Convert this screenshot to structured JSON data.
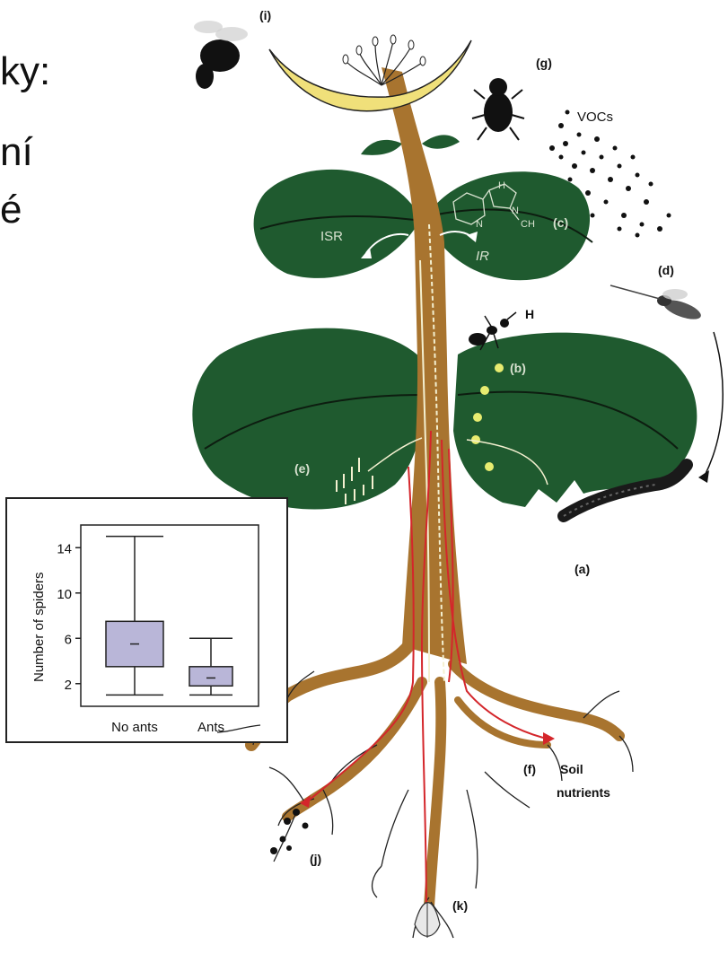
{
  "slide_text": {
    "line1": "ky:",
    "line2": "ní",
    "line3": "é"
  },
  "labels": {
    "a": "(a)",
    "b": "(b)",
    "c": "(c)",
    "d": "(d)",
    "e": "(e)",
    "f": "(f)",
    "g": "(g)",
    "h": "H",
    "i": "(i)",
    "j": "(j)",
    "k": "(k)",
    "vocs": "VOCs",
    "isr": "ISR",
    "ir": "IR",
    "soil1": "Soil",
    "soil2": "nutrients",
    "ch3": "CH",
    "n1": "N",
    "n2": "N"
  },
  "colors": {
    "leaf": "#1f5a2f",
    "stem": "#a8742f",
    "flower": "#f0e07a",
    "sap_red": "#d4262b",
    "sap_white": "#f4f0d0",
    "box_fill": "#b9b6d8"
  },
  "chart_data": {
    "type": "box",
    "ylabel": "Number of spiders",
    "categories": [
      "No ants",
      "Ants"
    ],
    "yticks": [
      2,
      6,
      10,
      14
    ],
    "ylim": [
      0,
      16
    ],
    "boxes": [
      {
        "name": "No ants",
        "min": 1,
        "q1": 3.5,
        "median": 5.5,
        "q3": 7.5,
        "max": 15
      },
      {
        "name": "Ants",
        "min": 1,
        "q1": 1.8,
        "median": 2.5,
        "q3": 3.5,
        "max": 6
      }
    ]
  }
}
